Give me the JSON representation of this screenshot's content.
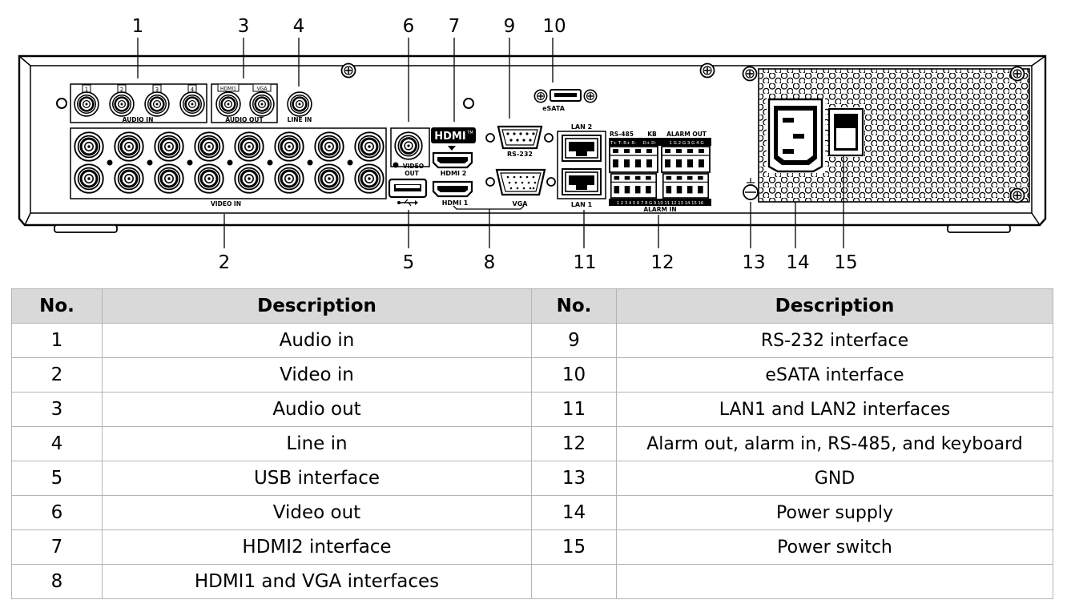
{
  "callouts": {
    "n1": "1",
    "n2": "2",
    "n3": "3",
    "n4": "4",
    "n5": "5",
    "n6": "6",
    "n7": "7",
    "n8": "8",
    "n9": "9",
    "n10": "10",
    "n11": "11",
    "n12": "12",
    "n13": "13",
    "n14": "14",
    "n15": "15"
  },
  "panel_labels": {
    "audio_in": "AUDIO IN",
    "audio_in_ch": [
      "1",
      "2",
      "3",
      "4"
    ],
    "audio_out": "AUDIO OUT",
    "audio_out_a": "HDMI1",
    "audio_out_b": "VGA",
    "line_in": "LINE IN",
    "video_in": "VIDEO IN",
    "video_out_1": "VIDEO",
    "video_out_2": "OUT",
    "hdmi_logo": "HDMI",
    "hdmi_tm": "TM",
    "hdmi2": "HDMI 2",
    "hdmi1": "HDMI 1",
    "vga": "VGA",
    "rs232": "RS-232",
    "esata": "eSATA",
    "lan2": "LAN 2",
    "lan1": "LAN 1",
    "rs485": "RS-485",
    "kb": "KB",
    "alarm_out": "ALARM OUT",
    "alarm_in": "ALARM IN",
    "rs485_pins": "T+ T- R+ R-",
    "kb_pins": "D+ D-",
    "alarm_out_pins": "1 G 2 G 3 G 4 G",
    "alarm_in_pins": "1 2 3 4 5 6 7 8 G 9 10 11 12 13 14 15 16"
  },
  "table": {
    "headers": {
      "no": "No.",
      "desc": "Description",
      "no2": "No.",
      "desc2": "Description"
    },
    "rows": [
      {
        "no": "1",
        "desc": "Audio in",
        "no2": "9",
        "desc2": "RS-232 interface"
      },
      {
        "no": "2",
        "desc": "Video in",
        "no2": "10",
        "desc2": "eSATA interface"
      },
      {
        "no": "3",
        "desc": "Audio out",
        "no2": "11",
        "desc2": "LAN1 and LAN2 interfaces"
      },
      {
        "no": "4",
        "desc": "Line in",
        "no2": "12",
        "desc2": "Alarm out, alarm in, RS-485, and keyboard"
      },
      {
        "no": "5",
        "desc": "USB interface",
        "no2": "13",
        "desc2": "GND"
      },
      {
        "no": "6",
        "desc": "Video out",
        "no2": "14",
        "desc2": "Power supply"
      },
      {
        "no": "7",
        "desc": "HDMI2 interface",
        "no2": "15",
        "desc2": "Power switch"
      },
      {
        "no": "8",
        "desc": "HDMI1 and VGA interfaces",
        "no2": "",
        "desc2": ""
      }
    ]
  }
}
